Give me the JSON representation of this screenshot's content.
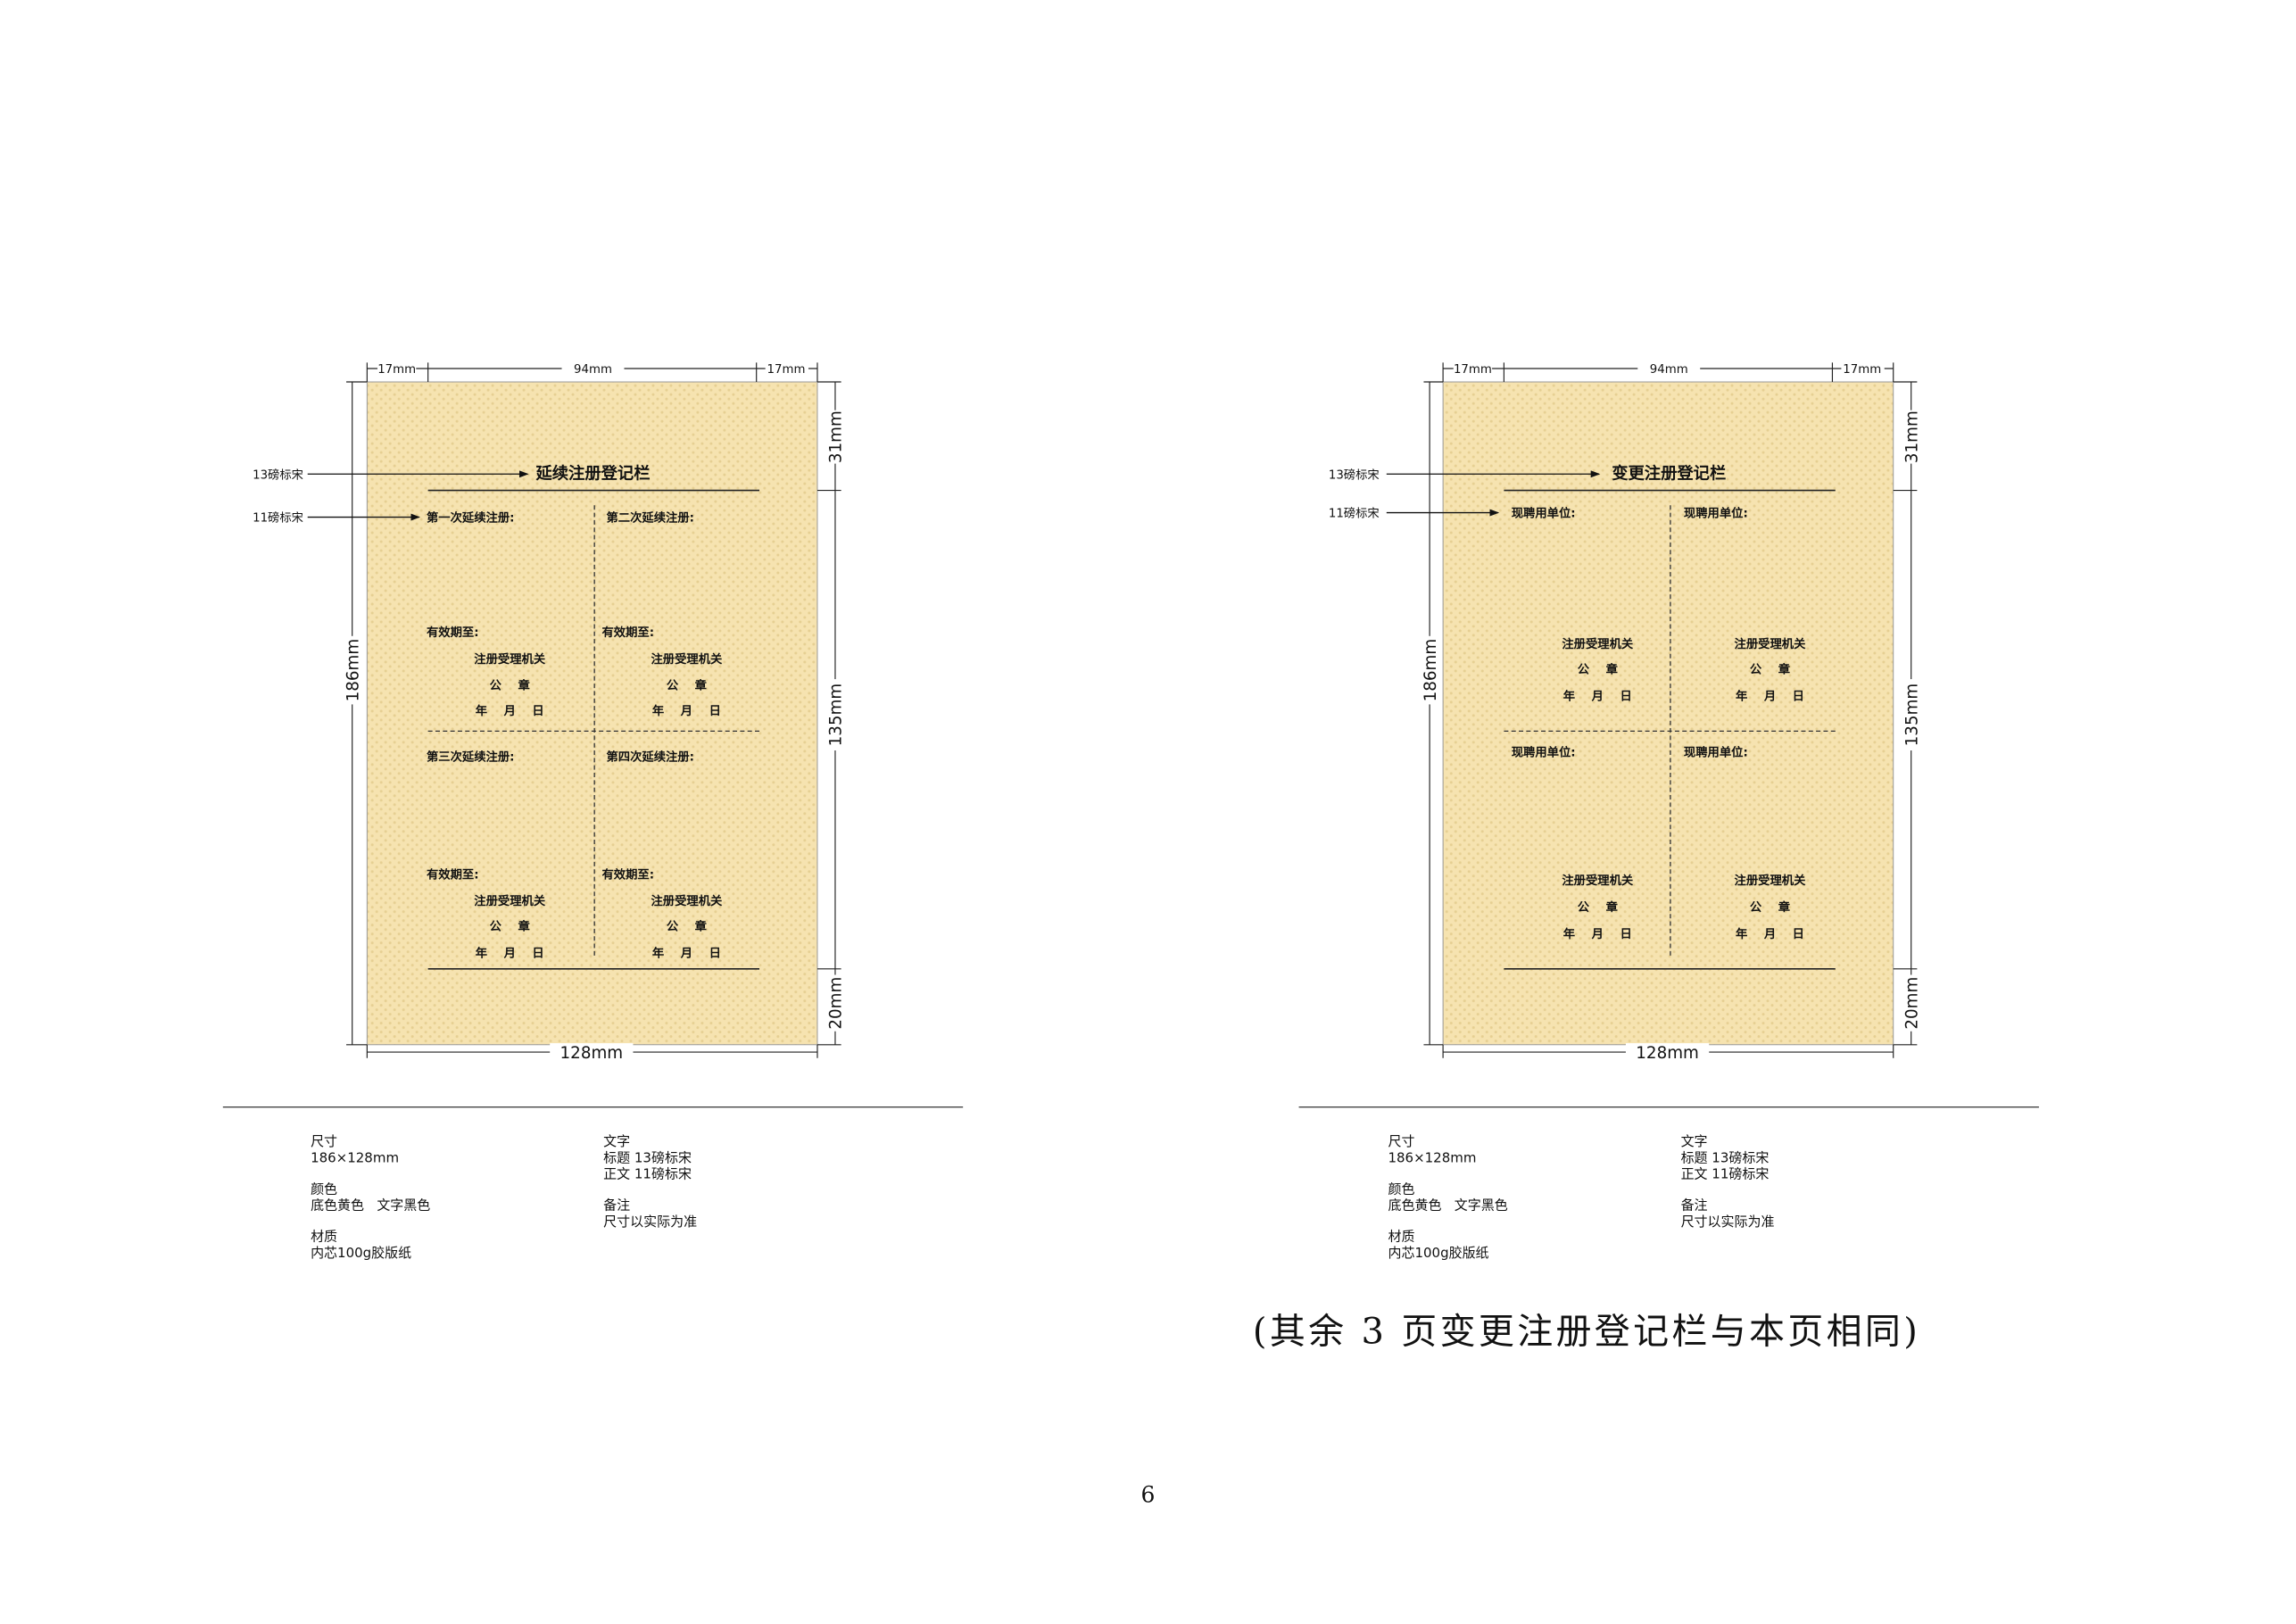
{
  "dimensions": {
    "margin_top_left": "17mm",
    "center_width": "94mm",
    "margin_top_right": "17mm",
    "height_total": "186mm",
    "width_total": "128mm",
    "top_band": "31mm",
    "middle_band": "135mm",
    "bottom_band": "20mm"
  },
  "annotations": {
    "title_font": "13磅标宋",
    "body_font": "11磅标宋"
  },
  "left_card": {
    "title": "延续注册登记栏",
    "cells": [
      {
        "label": "第一次延续注册:",
        "validity": "有效期至:",
        "authority": "注册受理机关",
        "seal": "公    章",
        "date": "年    月    日"
      },
      {
        "label": "第二次延续注册:",
        "validity": "有效期至:",
        "authority": "注册受理机关",
        "seal": "公    章",
        "date": "年    月    日"
      },
      {
        "label": "第三次延续注册:",
        "validity": "有效期至:",
        "authority": "注册受理机关",
        "seal": "公    章",
        "date": "年    月    日"
      },
      {
        "label": "第四次延续注册:",
        "validity": "有效期至:",
        "authority": "注册受理机关",
        "seal": "公    章",
        "date": "年    月    日"
      }
    ]
  },
  "right_card": {
    "title": "变更注册登记栏",
    "cells": [
      {
        "label": "现聘用单位:",
        "authority": "注册受理机关",
        "seal": "公    章",
        "date": "年    月    日"
      },
      {
        "label": "现聘用单位:",
        "authority": "注册受理机关",
        "seal": "公    章",
        "date": "年    月    日"
      },
      {
        "label": "现聘用单位:",
        "authority": "注册受理机关",
        "seal": "公    章",
        "date": "年    月    日"
      },
      {
        "label": "现聘用单位:",
        "authority": "注册受理机关",
        "seal": "公    章",
        "date": "年    月    日"
      }
    ]
  },
  "specs": {
    "size_title": "尺寸",
    "size_value": "186×128mm",
    "color_title": "颜色",
    "color_value": "底色黄色   文字黑色",
    "material_title": "材质",
    "material_value": "内芯100g胶版纸",
    "text_title": "文字",
    "text_heading": "标题 13磅标宋",
    "text_body": "正文 11磅标宋",
    "remark_title": "备注",
    "remark_value": "尺寸以实际为准"
  },
  "note": "(其余 3 页变更注册登记栏与本页相同)",
  "page_number": "6",
  "colors": {
    "card_background": "#f6e3b0",
    "card_dot": "#e6cf92",
    "ink": "#111111"
  }
}
